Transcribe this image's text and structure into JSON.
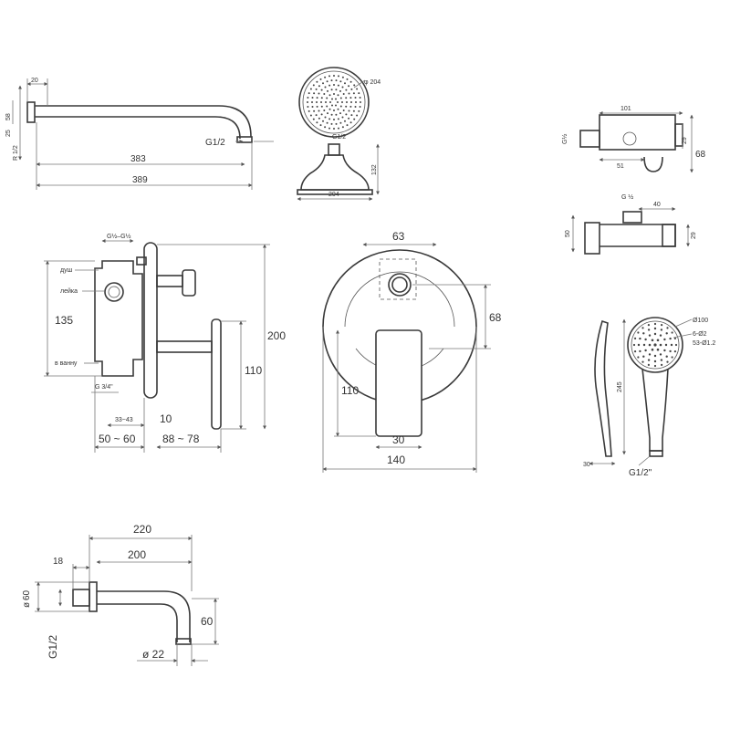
{
  "shower_arm": {
    "dim_20": "20",
    "dim_383": "383",
    "dim_389": "389",
    "dim_g12": "G1/2",
    "dim_r12": "R 1/2",
    "dim_58": "58",
    "dim_25": "25"
  },
  "shower_head": {
    "dim_diam": "φ 204",
    "dim_g12": "G1/2",
    "dim_width": "204",
    "dim_height": "132"
  },
  "wall_connector": {
    "dim_101": "101",
    "dim_51": "51",
    "dim_68": "68",
    "dim_29": "29",
    "dim_g": "G½"
  },
  "holder": {
    "dim_40": "40",
    "dim_50": "50",
    "dim_29": "29",
    "dim_g": "G ½"
  },
  "mixer_side": {
    "dim_top": "G½–G½",
    "label_shower": "душ",
    "label_can": "лейка",
    "label_bath": "в ванну",
    "dim_135": "135",
    "dim_g34": "G 3/4\"",
    "dim_33_43": "33~43",
    "dim_10": "10",
    "dim_50_60": "50 ~ 60",
    "dim_88_78": "88 ~ 78",
    "dim_110": "110",
    "dim_200": "200"
  },
  "mixer_front": {
    "dim_63": "63",
    "dim_68": "68",
    "dim_110": "110",
    "dim_30": "30",
    "dim_140": "140"
  },
  "hand_shower": {
    "dim_d100": "Ø100",
    "dim_6d2": "6-Ø2",
    "dim_53d12": "53-Ø1.2",
    "dim_length": "245",
    "dim_g12": "G1/2\"",
    "dim_30": "30"
  },
  "spout": {
    "dim_220": "220",
    "dim_200": "200",
    "dim_18": "18",
    "dim_60l": "60",
    "dim_d": "ø",
    "dim_g12": "G1/2",
    "dim_60r": "60",
    "dim_d22": "ø 22"
  }
}
